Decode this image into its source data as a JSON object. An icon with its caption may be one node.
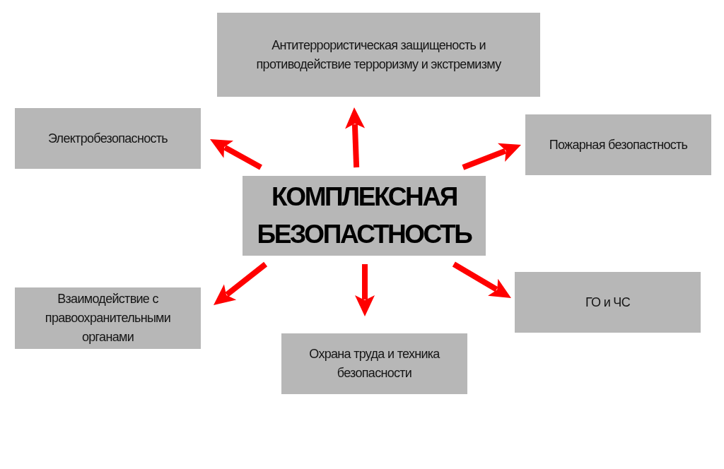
{
  "diagram": {
    "nodes": [
      {
        "text": [
          "Антитеррористическая защищеность и противодействие терроризму и экстремизму"
        ]
      },
      {
        "text": [
          "Электробезопасность"
        ]
      },
      {
        "text": [
          "Пожарная безопастность"
        ]
      },
      {
        "text": [
          "КОМПЛЕКСНАЯ БЕЗОПАСТНОСТЬ"
        ]
      },
      {
        "text": [
          "Взаимодействие с правоохранительными органами"
        ]
      },
      {
        "text": [
          "ГО и ЧС"
        ]
      },
      {
        "text": [
          "Охрана труда и техника безопасности"
        ]
      }
    ],
    "edges": [
      {
        "from": 3,
        "to": 0,
        "arrow": "to"
      },
      {
        "from": 3,
        "to": 1,
        "arrow": "to"
      },
      {
        "from": 3,
        "to": 2,
        "arrow": "to"
      },
      {
        "from": 3,
        "to": 4,
        "arrow": "to"
      },
      {
        "from": 3,
        "to": 5,
        "arrow": "to"
      },
      {
        "from": 3,
        "to": 6,
        "arrow": "to"
      }
    ]
  }
}
